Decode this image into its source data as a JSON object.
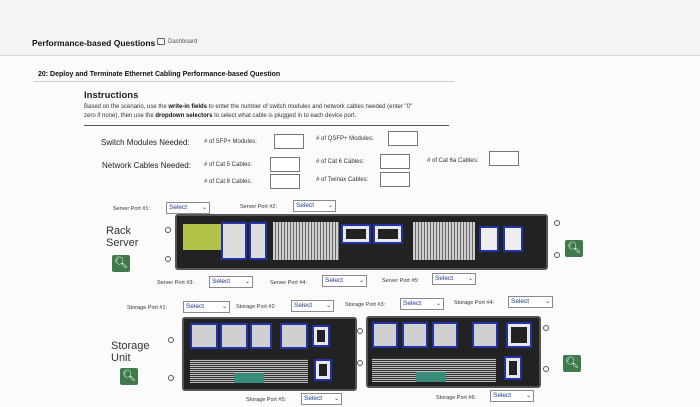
{
  "header": {
    "title": "Performance-based Questions",
    "dashboard_label": "Dashboard"
  },
  "question": {
    "title": "20: Deploy and Terminate Ethernet Cabling Performance-based Question"
  },
  "instructions": {
    "heading": "Instructions",
    "line1_pre": "Based on the scenario, use the ",
    "line1_bold": "write-in fields",
    "line1_post": " to enter the number of switch modules and network cables needed (enter \"0\"",
    "line2_pre": "zero if none), then use the ",
    "line2_bold": "dropdown selectors",
    "line2_post": " to select what cable is plugged in to each device port."
  },
  "switch_modules": {
    "label": "Switch Modules Needed:",
    "sfp_label": "# of SFP+ Modules:",
    "qsfp_label": "# of QSFP+ Modules:",
    "sfp_value": "",
    "qsfp_value": ""
  },
  "network_cables": {
    "label": "Network Cables Needed:",
    "cat5_label": "# of Cat 5 Cables:",
    "cat6_label": "# of Cat 6 Cables:",
    "cat6a_label": "# of Cat 6a Cables:",
    "cat8_label": "# of Cat 8 Cables:",
    "twinax_label": "# of Twinax Cables:"
  },
  "rack_server": {
    "label_line1": "Rack",
    "label_line2": "Server",
    "ports": [
      {
        "label": "Server Port #1:",
        "value": "Select"
      },
      {
        "label": "Server Port #2:",
        "value": "Select"
      },
      {
        "label": "Server Port #3:",
        "value": "Select"
      },
      {
        "label": "Server Port #4:",
        "value": "Select"
      },
      {
        "label": "Server Port #5:",
        "value": "Select"
      }
    ]
  },
  "storage_unit": {
    "label_line1": "Storage",
    "label_line2": "Unit",
    "ports": [
      {
        "label": "Storage Port #1:",
        "value": "Select"
      },
      {
        "label": "Storage Port #2:",
        "value": "Select"
      },
      {
        "label": "Storage Port #3:",
        "value": "Select"
      },
      {
        "label": "Storage Port #4:",
        "value": "Select"
      },
      {
        "label": "Storage Port #5:",
        "value": "Select"
      },
      {
        "label": "Storage Port #6:",
        "value": "Select"
      }
    ]
  },
  "icons": {
    "zoom": "zoom-icon",
    "dashboard": "dashboard-icon",
    "dropdown": "chevron-down-icon"
  },
  "colors": {
    "zoom_button": "#3f7a4c",
    "port_outline": "#2233aa",
    "select_text": "#1a3a8a"
  }
}
